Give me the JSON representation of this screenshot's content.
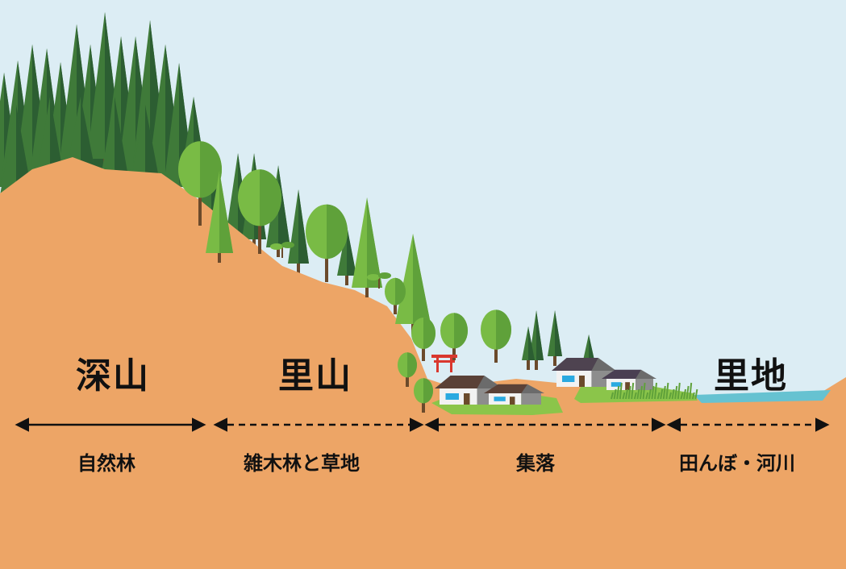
{
  "zones": [
    {
      "id": "miyama",
      "title": "深山",
      "label": "自然林"
    },
    {
      "id": "satoyama",
      "title": "里山",
      "label": "雑木林と草地"
    },
    {
      "id": "shuraku",
      "title": "",
      "label": "集落"
    },
    {
      "id": "sachi",
      "title": "里地",
      "label": "田んぼ・河川"
    }
  ],
  "colors": {
    "sky": "#dcedf4",
    "ground": "#eda566",
    "forest_dark": "#2c5e32",
    "forest_mid": "#3f7a39",
    "tree_light": "#79bb45",
    "tree_light_shade": "#5fa13a",
    "grass": "#8bc54a",
    "water": "#66c2d1",
    "roof": "#5a4137",
    "wall": "#8d8d8d",
    "torii": "#d9382e",
    "arrow": "#111111"
  },
  "icons": [
    "conifer-tree-icon",
    "deciduous-tree-icon",
    "sprout-icon",
    "house-icon",
    "torii-gate-icon",
    "arrow-icon"
  ]
}
